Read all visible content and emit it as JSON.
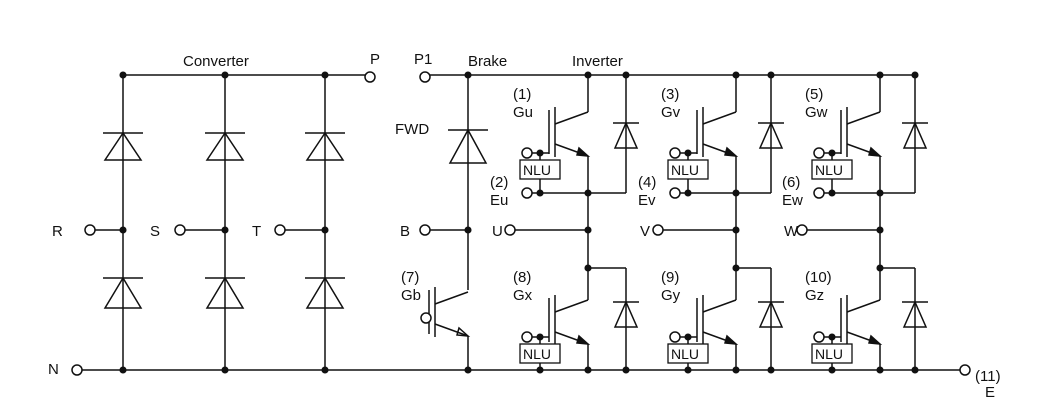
{
  "colors": {
    "line": "#111111",
    "background": "#ffffff"
  },
  "sections": {
    "converter": "Converter",
    "brake": "Brake",
    "inverter": "Inverter"
  },
  "terminals": {
    "P": "P",
    "P1": "P1",
    "N": "N",
    "R": "R",
    "S": "S",
    "T": "T",
    "B": "B",
    "E_num": "(11)",
    "E": "E"
  },
  "brake": {
    "fwd": "FWD",
    "gate_num": "(7)",
    "gate": "Gb"
  },
  "nlu": "NLU",
  "phases": [
    {
      "out": "U",
      "g_hi_num": "(1)",
      "g_hi": "Gu",
      "e_num": "(2)",
      "e": "Eu",
      "g_lo_num": "(8)",
      "g_lo": "Gx"
    },
    {
      "out": "V",
      "g_hi_num": "(3)",
      "g_hi": "Gv",
      "e_num": "(4)",
      "e": "Ev",
      "g_lo_num": "(9)",
      "g_lo": "Gy"
    },
    {
      "out": "W",
      "g_hi_num": "(5)",
      "g_hi": "Gw",
      "e_num": "(6)",
      "e": "Ew",
      "g_lo_num": "(10)",
      "g_lo": "Gz"
    }
  ]
}
